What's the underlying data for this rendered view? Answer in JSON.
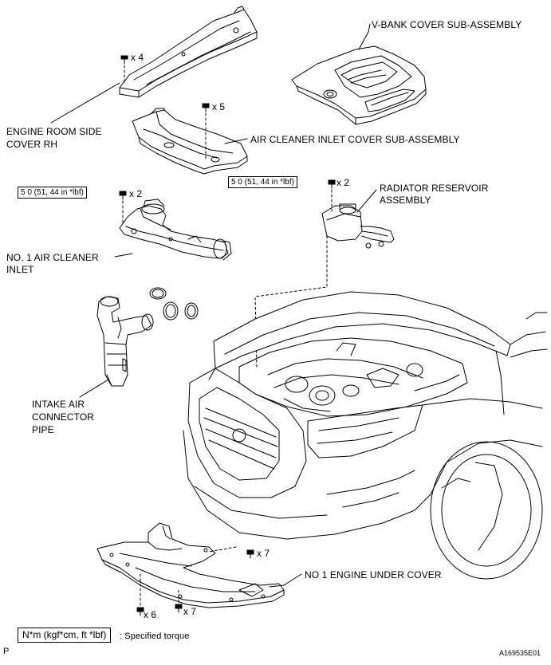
{
  "labels": {
    "v_bank_cover": "V-BANK COVER SUB-ASSEMBLY",
    "engine_room_side_cover_l1": "ENGINE ROOM SIDE",
    "engine_room_side_cover_l2": "COVER RH",
    "air_cleaner_inlet_cover": "AIR CLEANER INLET COVER SUB-ASSEMBLY",
    "radiator_reservoir_l1": "RADIATOR RESERVOIR",
    "radiator_reservoir_l2": "ASSEMBLY",
    "no1_air_cleaner_inlet_l1": "NO. 1 AIR CLEANER",
    "no1_air_cleaner_inlet_l2": "INLET",
    "intake_air_connector_l1": "INTAKE AIR",
    "intake_air_connector_l2": "CONNECTOR",
    "intake_air_connector_l3": "PIPE",
    "no1_engine_under_cover": "NO  1 ENGINE UNDER COVER"
  },
  "quantities": {
    "side_cover_clips": "x 4",
    "inlet_cover_clips": "x 5",
    "air_cleaner_bolts": "x 2",
    "reservoir_bolts": "x 2",
    "under_cover_rear": "x 7",
    "under_cover_left": "x 6",
    "under_cover_front": "x 7"
  },
  "torque_specs": {
    "air_cleaner_inlet": "5 0 (51, 44 in *lbf)",
    "radiator_reservoir": "5 0 (51, 44 in *lbf)"
  },
  "legend": {
    "box": "N*m (kgf*cm, ft *lbf)",
    "text": ": Specified torque"
  },
  "footer": {
    "page_marker": "P",
    "figure_id": "A169535E01"
  }
}
